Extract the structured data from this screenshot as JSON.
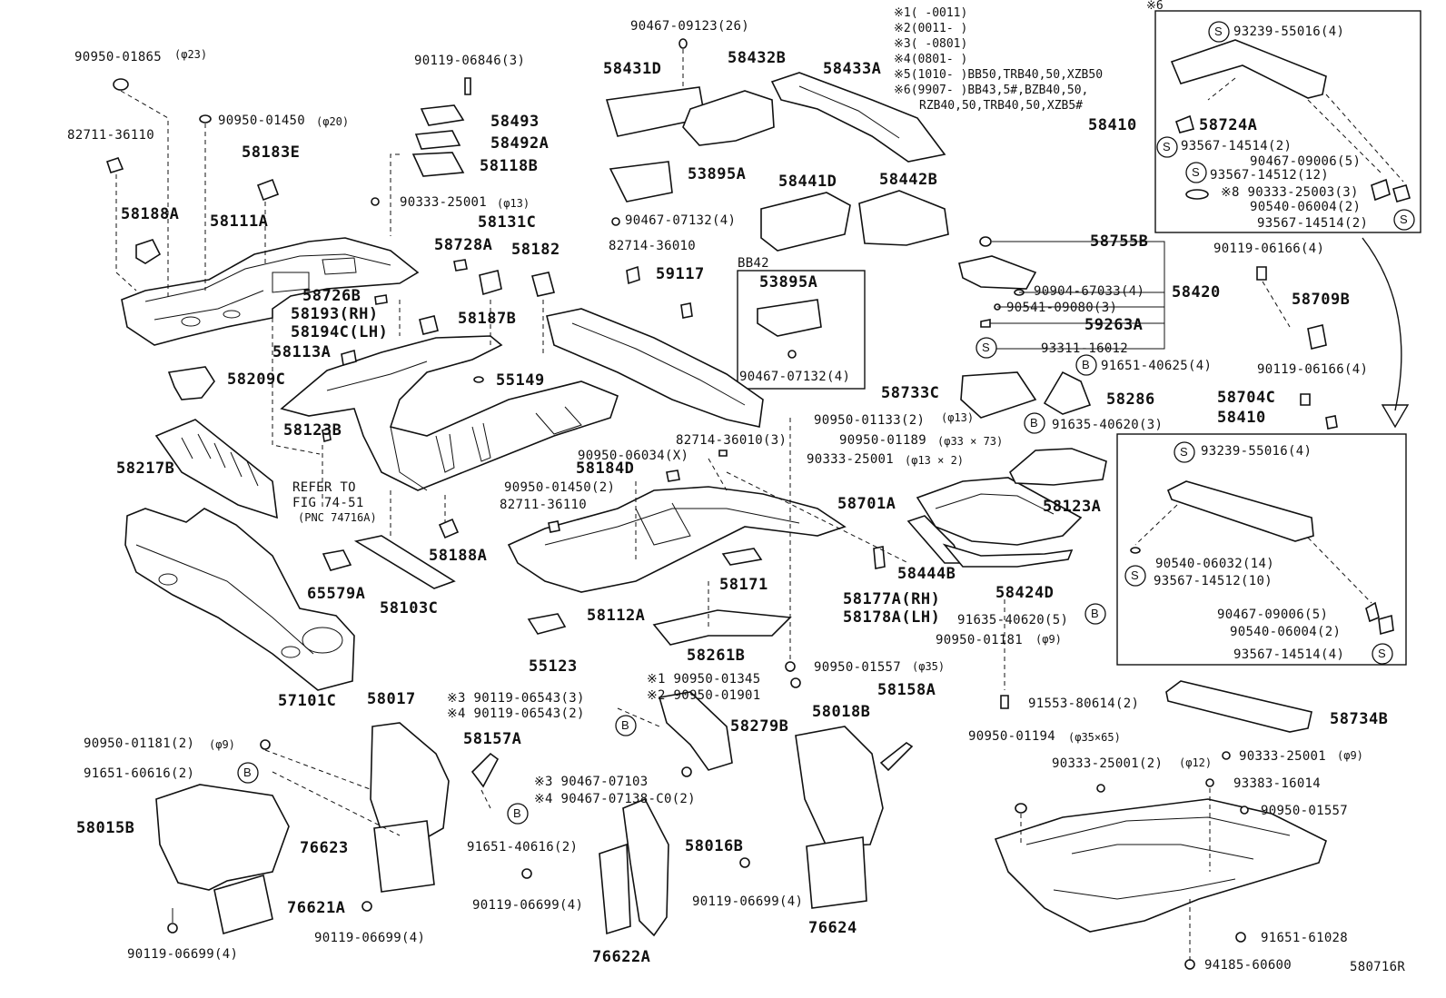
{
  "labels": {
    "p90950_01865": "90950-01865",
    "p90950_01865_dim": "(φ23)",
    "p90119_06846": "90119-06846(3)",
    "p90467_09123": "90467-09123(26)",
    "p82711_36110_a": "82711-36110",
    "p90950_01450_a": "90950-01450",
    "p90950_01450_a_dim": "(φ20)",
    "p58183E": "58183E",
    "p58188A_a": "58188A",
    "p58111A": "58111A",
    "p58493": "58493",
    "p58492A": "58492A",
    "p58118B": "58118B",
    "p90333_25001_a": "90333-25001",
    "p90333_25001_a_dim": "(φ13)",
    "p58131C": "58131C",
    "p58728A": "58728A",
    "p58182": "58182",
    "p58726B": "58726B",
    "p58193": "58193(RH)",
    "p58194C": "58194C(LH)",
    "p58187B": "58187B",
    "p58113A": "58113A",
    "p58209C": "58209C",
    "p55149": "55149",
    "p58123B": "58123B",
    "p58217B": "58217B",
    "refer_1": "REFER TO",
    "refer_2": "FIG 74-51",
    "refer_3": "(PNC 74716A)",
    "p58431D": "58431D",
    "p58432B": "58432B",
    "p58433A": "58433A",
    "p53895A_a": "53895A",
    "p90467_07132_a": "90467-07132(4)",
    "p58441D": "58441D",
    "p58442B": "58442B",
    "p82714_36010_a": "82714-36010",
    "p59117": "59117",
    "bb42": "BB42",
    "p53895A_b": "53895A",
    "p90467_07132_b": "90467-07132(4)",
    "note1": "※1(      -0011)",
    "note2": "※2(0011-      )",
    "note3": "※3(      -0801)",
    "note4": "※4(0801-      )",
    "note5": "※5(1010-      )BB50,TRB40,50,XZB50",
    "note6": "※6(9907-      )BB43,5#,BZB40,50,",
    "note6b": "RZB40,50,TRB40,50,XZB5#",
    "note_box": "※6",
    "p93239_55016_a": "93239-55016(4)",
    "p58410_a": "58410",
    "p58724A": "58724A",
    "p93567_14514_a": "93567-14514(2)",
    "p90467_09006_a": "90467-09006(5)",
    "p93567_14512_a": "93567-14512(12)",
    "p90333_25003": "※8 90333-25003(3)",
    "p90540_06004_a": "90540-06004(2)",
    "p93567_14514_b": "93567-14514(2)",
    "p58755B": "58755B",
    "p90904_67033": "90904-67033(4)",
    "p58420": "58420",
    "p90541_09080": "90541-09080(3)",
    "p59263A": "59263A",
    "p93311_16012": "93311-16012",
    "p90119_06166_a": "90119-06166(4)",
    "p58709B": "58709B",
    "p90119_06166_b": "90119-06166(4)",
    "p91651_40625": "91651-40625(4)",
    "p58733C": "58733C",
    "p58286": "58286",
    "p91635_40620_a": "91635-40620(3)",
    "p58704C": "58704C",
    "p58410_b": "58410",
    "p90950_01133": "90950-01133(2)",
    "p90950_01133_dim": "(φ13)",
    "p82714_36010_b": "82714-36010(3)",
    "p90950_01189": "90950-01189",
    "p90950_01189_dim": "(φ33 × 73)",
    "p90950_06034": "90950-06034(X)",
    "p58184D": "58184D",
    "p90333_25001_b": "90333-25001",
    "p90333_25001_b_dim": "(φ13 × 2)",
    "p90950_01450_b": "90950-01450(2)",
    "p82711_36110_b": "82711-36110",
    "p58188A_b": "58188A",
    "p65579A": "65579A",
    "p58103C": "58103C",
    "p58701A": "58701A",
    "p58123A": "58123A",
    "p58444B": "58444B",
    "p58424D": "58424D",
    "p93239_55016_b": "93239-55016(4)",
    "p90540_06032": "90540-06032(14)",
    "p93567_14512_b": "93567-14512(10)",
    "p90467_09006_b": "90467-09006(5)",
    "p90540_06004_b": "90540-06004(2)",
    "p93567_14514_c": "93567-14514(4)",
    "p58171": "58171",
    "p58177A": "58177A(RH)",
    "p58178A": "58178A(LH)",
    "p91635_40620_b": "91635-40620(5)",
    "p58112A": "58112A",
    "p55123": "55123",
    "p58261B": "58261B",
    "p90950_01181_a": "90950-01181",
    "p90950_01181_a_dim": "(φ9)",
    "p90950_01557_a": "90950-01557",
    "p90950_01557_a_dim": "(φ35)",
    "p57101C": "57101C",
    "p58017": "58017",
    "p90119_06543_a": "※3 90119-06543(3)",
    "p90119_06543_b": "※4 90119-06543(2)",
    "p90950_01345": "※1 90950-01345",
    "p90950_01901": "※2 90950-01901",
    "p58279B": "58279B",
    "p58158A": "58158A",
    "p58018B": "58018B",
    "p91553_80614": "91553-80614(2)",
    "p58734B": "58734B",
    "p90950_01181_b": "90950-01181(2)",
    "p90950_01181_b_dim": "(φ9)",
    "p91651_60616": "91651-60616(2)",
    "p58157A": "58157A",
    "p90467_07103": "※3 90467-07103",
    "p90467_07138": "※4 90467-07138-C0(2)",
    "p58015B": "58015B",
    "p76623": "76623",
    "p91651_40616": "91651-40616(2)",
    "p58016B": "58016B",
    "p76621A": "76621A",
    "p90119_06699_a": "90119-06699(4)",
    "p90119_06699_b": "90119-06699(4)",
    "p90119_06699_c": "90119-06699(4)",
    "p90119_06699_d": "90119-06699(4)",
    "p76622A": "76622A",
    "p76624": "76624",
    "p90950_01194": "90950-01194",
    "p90950_01194_dim": "(φ35×65)",
    "p90333_25001_c": "90333-25001(2)",
    "p90333_25001_c_dim": "(φ12)",
    "p90333_25001_d": "90333-25001",
    "p90333_25001_d_dim": "(φ9)",
    "p93383_16014": "93383-16014",
    "p90950_01557_b": "90950-01557",
    "p91651_61028": "91651-61028",
    "p94185_60600": "94185-60600",
    "fig_code": "580716R"
  },
  "markers": {
    "B": "B",
    "S": "S"
  }
}
